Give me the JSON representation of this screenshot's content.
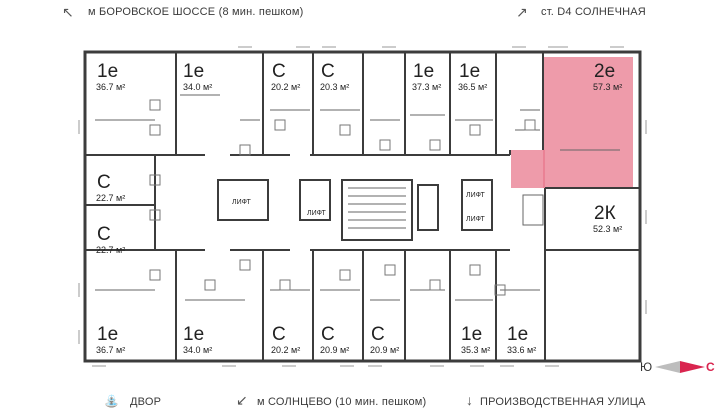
{
  "directions": {
    "top_left": "м БОРОВСКОЕ ШОССЕ (8 мин. пешком)",
    "top_right": "ст. D4 СОЛНЕЧНАЯ",
    "bottom_yard": "ДВОР",
    "bottom_metro": "м СОЛНЦЕВО (10 мин. пешком)",
    "bottom_street": "ПРОИЗВОДСТВЕННАЯ УЛИЦА"
  },
  "compass": {
    "left": "Ю",
    "right": "С",
    "right_color": "#d9254f"
  },
  "lift_label": "ЛИФТ",
  "highlight_color": "#e8798d",
  "apartments": [
    {
      "type": "1е",
      "area": "36.7 м²",
      "highlighted": false
    },
    {
      "type": "1е",
      "area": "34.0 м²",
      "highlighted": false
    },
    {
      "type": "С",
      "area": "20.2 м²",
      "highlighted": false
    },
    {
      "type": "С",
      "area": "20.3 м²",
      "highlighted": false
    },
    {
      "type": "1е",
      "area": "37.3 м²",
      "highlighted": false
    },
    {
      "type": "1е",
      "area": "36.5 м²",
      "highlighted": false
    },
    {
      "type": "2е",
      "area": "57.3 м²",
      "highlighted": true
    },
    {
      "type": "С",
      "area": "22.7 м²",
      "highlighted": false
    },
    {
      "type": "С",
      "area": "22.7 м²",
      "highlighted": false
    },
    {
      "type": "2К",
      "area": "52.3 м²",
      "highlighted": false
    },
    {
      "type": "1е",
      "area": "36.7 м²",
      "highlighted": false
    },
    {
      "type": "1е",
      "area": "34.0 м²",
      "highlighted": false
    },
    {
      "type": "С",
      "area": "20.2 м²",
      "highlighted": false
    },
    {
      "type": "С",
      "area": "20.9 м²",
      "highlighted": false
    },
    {
      "type": "С",
      "area": "20.9 м²",
      "highlighted": false
    },
    {
      "type": "1е",
      "area": "35.3 м²",
      "highlighted": false
    },
    {
      "type": "1е",
      "area": "33.6 м²",
      "highlighted": false
    }
  ]
}
